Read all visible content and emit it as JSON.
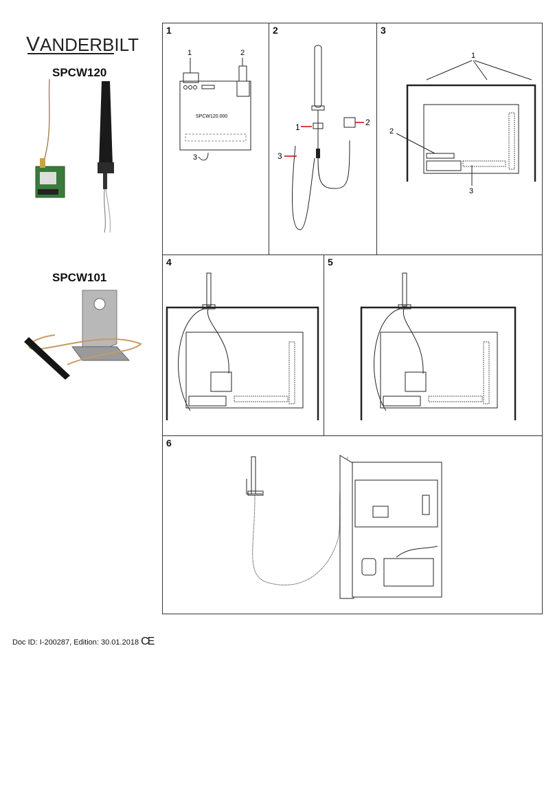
{
  "brand": {
    "name_first": "V",
    "name_rest": "ANDERBILT"
  },
  "products": [
    {
      "title": "SPCW120"
    },
    {
      "title": "SPCW101"
    }
  ],
  "panels": [
    {
      "number": "1"
    },
    {
      "number": "2"
    },
    {
      "number": "3"
    },
    {
      "number": "4"
    },
    {
      "number": "5"
    },
    {
      "number": "6"
    }
  ],
  "figure1": {
    "callouts": [
      "1",
      "2",
      "3"
    ],
    "board_label": "SPCW120.000"
  },
  "figure2": {
    "callouts": [
      "1",
      "2",
      "3"
    ]
  },
  "figure3": {
    "callouts": [
      "1",
      "2",
      "3"
    ]
  },
  "footer": {
    "doc_text": "Doc ID: I-200287, Edition: 30.01.2018",
    "mark": "CE"
  }
}
